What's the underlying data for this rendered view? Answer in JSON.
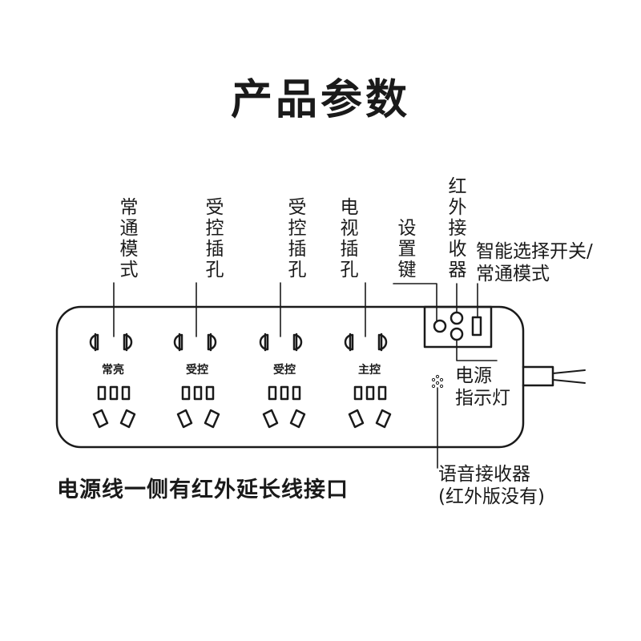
{
  "title": "产品参数",
  "callouts": {
    "constant_mode": "常通模式",
    "controlled_socket_1": "受控插孔",
    "controlled_socket_2": "受控插孔",
    "tv_socket": "电视插孔",
    "setting_key": "设置键",
    "ir_receiver": "红外接收器",
    "smart_switch": "智能选择开关/\n常通模式",
    "power_indicator": "电源\n指示灯",
    "voice_receiver": "语音接收器\n(红外版没有)"
  },
  "socket_labels": [
    "常亮",
    "受控",
    "受控",
    "主控"
  ],
  "footnote": "电源线一侧有红外延长线接口",
  "colors": {
    "line": "#1a1a1a",
    "background": "#ffffff"
  }
}
